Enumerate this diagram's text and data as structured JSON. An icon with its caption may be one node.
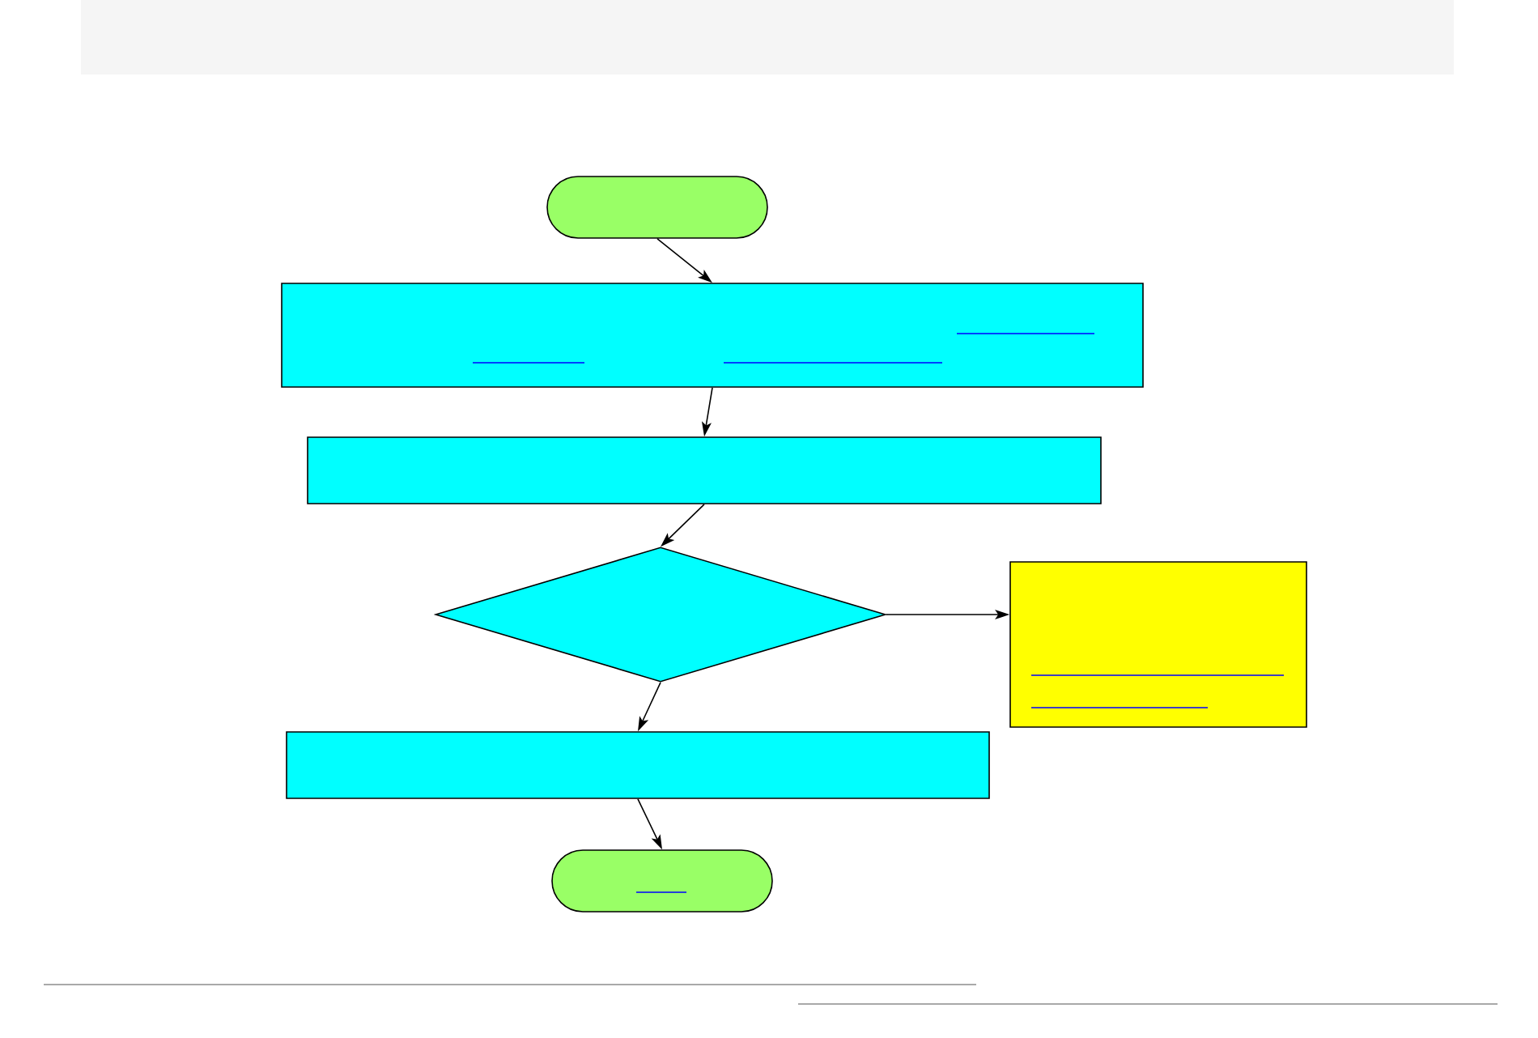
{
  "diagram": {
    "nodes": [
      {
        "text": [],
        "shape": "terminal"
      },
      {
        "text": [],
        "shape": "box"
      },
      {
        "text": [],
        "shape": "box"
      },
      {
        "text": [],
        "shape": "diamond"
      },
      {
        "text": [],
        "shape": "box"
      },
      {
        "text": [],
        "shape": "box"
      },
      {
        "text": [],
        "shape": "terminal"
      }
    ],
    "edges": [
      {
        "from": 0,
        "to": 1,
        "arrow": "to"
      },
      {
        "from": 1,
        "to": 2,
        "arrow": "to"
      },
      {
        "from": 2,
        "to": 3,
        "arrow": "to"
      },
      {
        "from": 3,
        "to": 4,
        "arrow": "to"
      },
      {
        "from": 3,
        "to": 5,
        "arrow": "to"
      },
      {
        "from": 5,
        "to": 6,
        "arrow": "to"
      }
    ]
  }
}
